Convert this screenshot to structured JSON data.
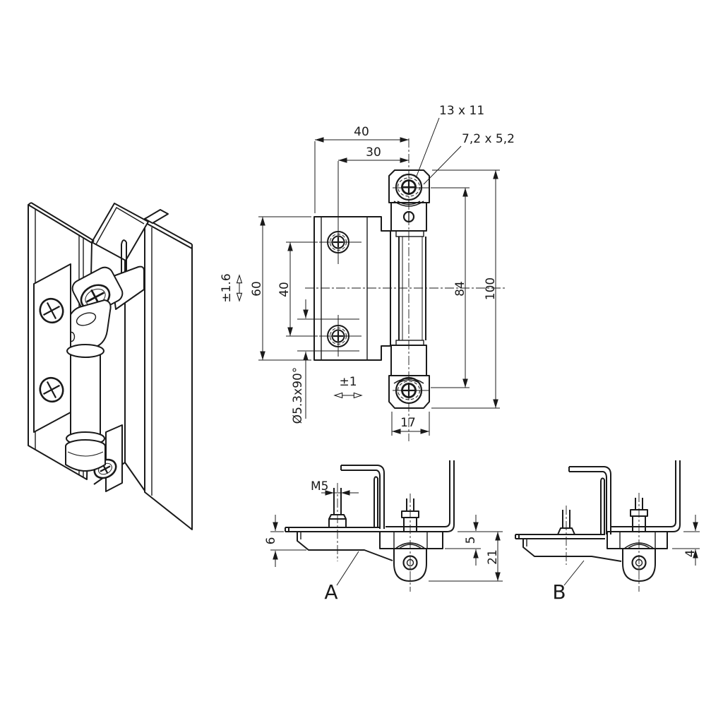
{
  "style": {
    "line_color": "#1a1a1a",
    "background": "#ffffff"
  },
  "drawing": {
    "front_view": {
      "dim_top_width": "40",
      "dim_top_inner": "30",
      "label_slot": "13 x 11",
      "label_screw_head": "7,2 x 5,2",
      "tol_vertical": "±1.6",
      "dim_plate_height": "60",
      "dim_hole_spacing": "40",
      "label_countersink": "Ø5.3x90°",
      "tol_horizontal": "±1",
      "dim_pin_centers": "84",
      "dim_total_height": "100",
      "dim_block_width": "17"
    },
    "section_a": {
      "label": "A",
      "dim_thread": "M5",
      "dim_sheet_gap": "6",
      "dim_offset": "5",
      "dim_depth": "21"
    },
    "section_b": {
      "label": "B",
      "dim_offset": "4"
    }
  }
}
